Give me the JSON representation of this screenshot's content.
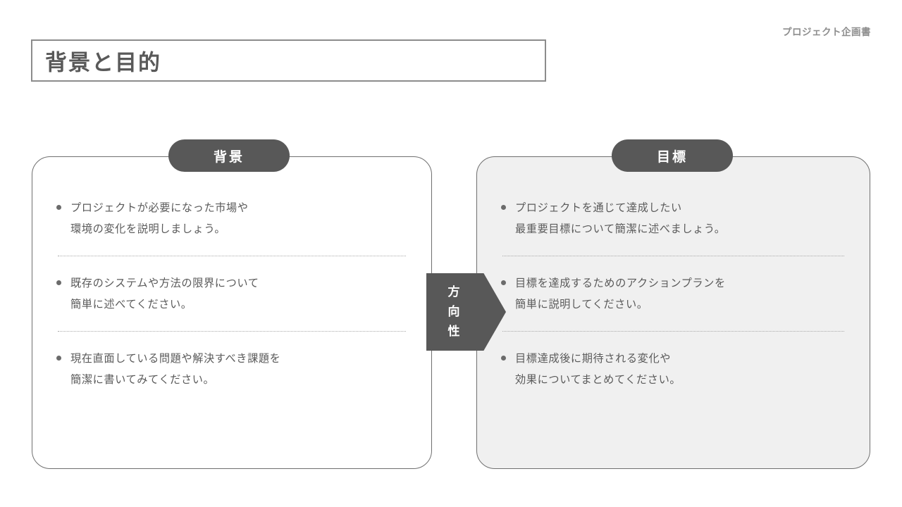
{
  "header": {
    "doc_label": "プロジェクト企画書",
    "title": "背景と目的"
  },
  "colors": {
    "badge_bg": "#585858",
    "arrow_bg": "#585858",
    "title_border": "#8c8c8c",
    "card_border": "#6f6f6f",
    "card_right_bg": "#f0f0f0",
    "text": "#5a5a5a"
  },
  "arrow": {
    "label": "方向性",
    "chars": [
      "方",
      "向",
      "性"
    ]
  },
  "panels": [
    {
      "badge": "背景",
      "bullets": [
        "プロジェクトが必要になった市場や\n環境の変化を説明しましょう。",
        "既存のシステムや方法の限界について\n簡単に述べてください。",
        "現在直面している問題や解決すべき課題を\n簡潔に書いてみてください。"
      ]
    },
    {
      "badge": "目標",
      "bullets": [
        "プロジェクトを通じて達成したい\n最重要目標について簡潔に述べましょう。",
        "目標を達成するためのアクションプランを\n簡単に説明してください。",
        "目標達成後に期待される変化や\n効果についてまとめてください。"
      ]
    }
  ]
}
